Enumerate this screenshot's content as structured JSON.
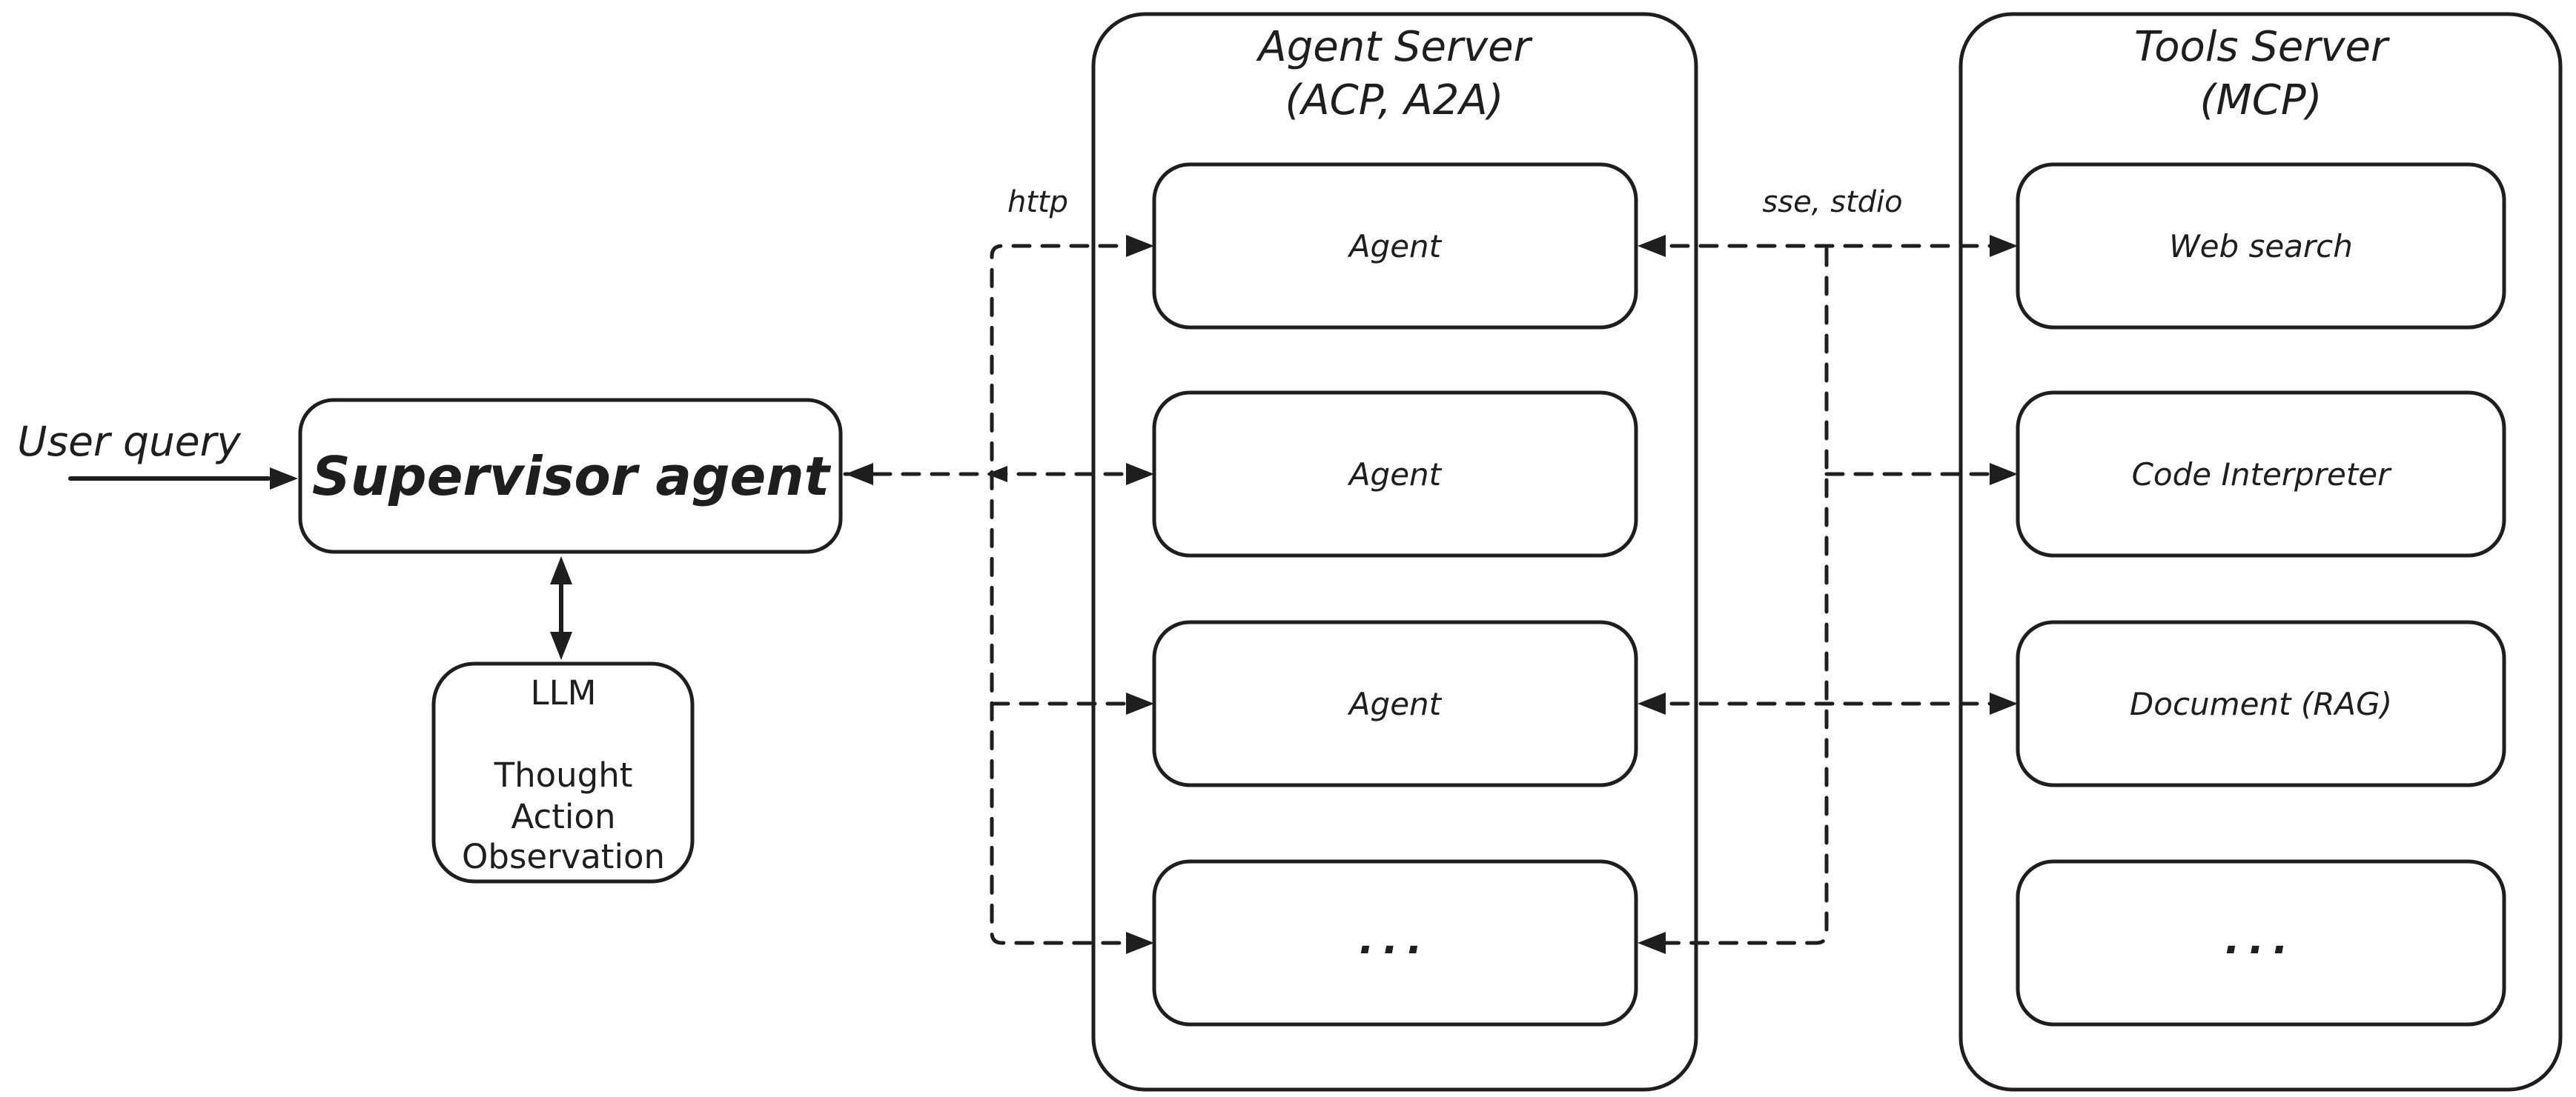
{
  "diagram": {
    "background": "#ffffff",
    "stroke_color": "#1e1e1e",
    "user_query": {
      "label": "User query"
    },
    "supervisor": {
      "label": "Supervisor agent",
      "fill": "#b1f0ba"
    },
    "llm": {
      "fill": "#a5d8f7",
      "title": "LLM",
      "lines": [
        "Thought",
        "Action",
        "Observation"
      ]
    },
    "agent_server": {
      "title": "Agent Server",
      "subtitle": "(ACP, A2A)",
      "box_fill": "#fbe8ed",
      "boxes": [
        "Agent",
        "Agent",
        "Agent",
        "..."
      ]
    },
    "tools_server": {
      "title": "Tools Server",
      "subtitle": "(MCP)",
      "box_fill": "#fcf3d2",
      "boxes": [
        "Web search",
        "Code Interpreter",
        "Document (RAG)",
        "..."
      ]
    },
    "labels": {
      "http": "http",
      "sse_stdio": "sse, stdio"
    }
  }
}
